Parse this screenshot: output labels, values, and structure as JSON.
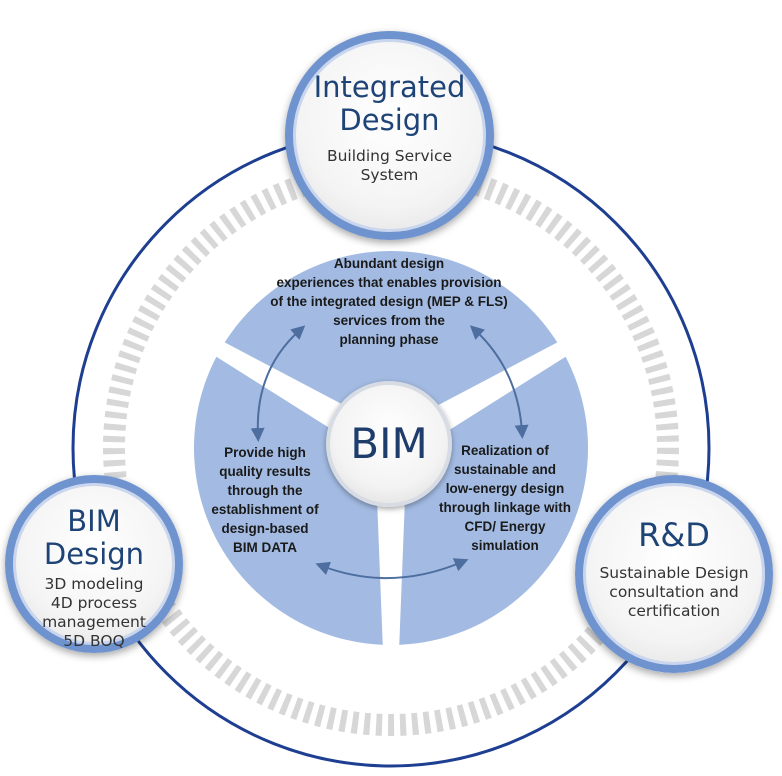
{
  "center": {
    "label": "BIM"
  },
  "nodes": {
    "top": {
      "title": [
        "Integrated",
        "Design"
      ],
      "desc": [
        "Building Service",
        "System"
      ]
    },
    "left": {
      "title": [
        "BIM",
        "Design"
      ],
      "desc": [
        "3D modeling",
        "4D process",
        "management",
        "5D BOQ"
      ]
    },
    "right": {
      "title": [
        "R&D"
      ],
      "desc": [
        "Sustainable Design",
        "consultation and",
        "certification"
      ]
    }
  },
  "segments": {
    "top": [
      "Abundant design",
      "experiences that enables provision",
      "of the integrated design (MEP & FLS)",
      "services from the",
      "planning phase"
    ],
    "left": [
      "Provide high",
      "quality results",
      "through the",
      "establishment of",
      "design-based",
      "BIM DATA"
    ],
    "right": [
      "Realization of",
      "sustainable and",
      "low-energy design",
      "through linkage with",
      "CFD/ Energy",
      "simulation"
    ]
  },
  "colors": {
    "segment_fill": "#a3bbe3",
    "node_border": "#6f93cf",
    "arrow": "#4d6e9f",
    "outer_ring": "#1e3f91",
    "dash_ring": "#d7d7d7"
  }
}
